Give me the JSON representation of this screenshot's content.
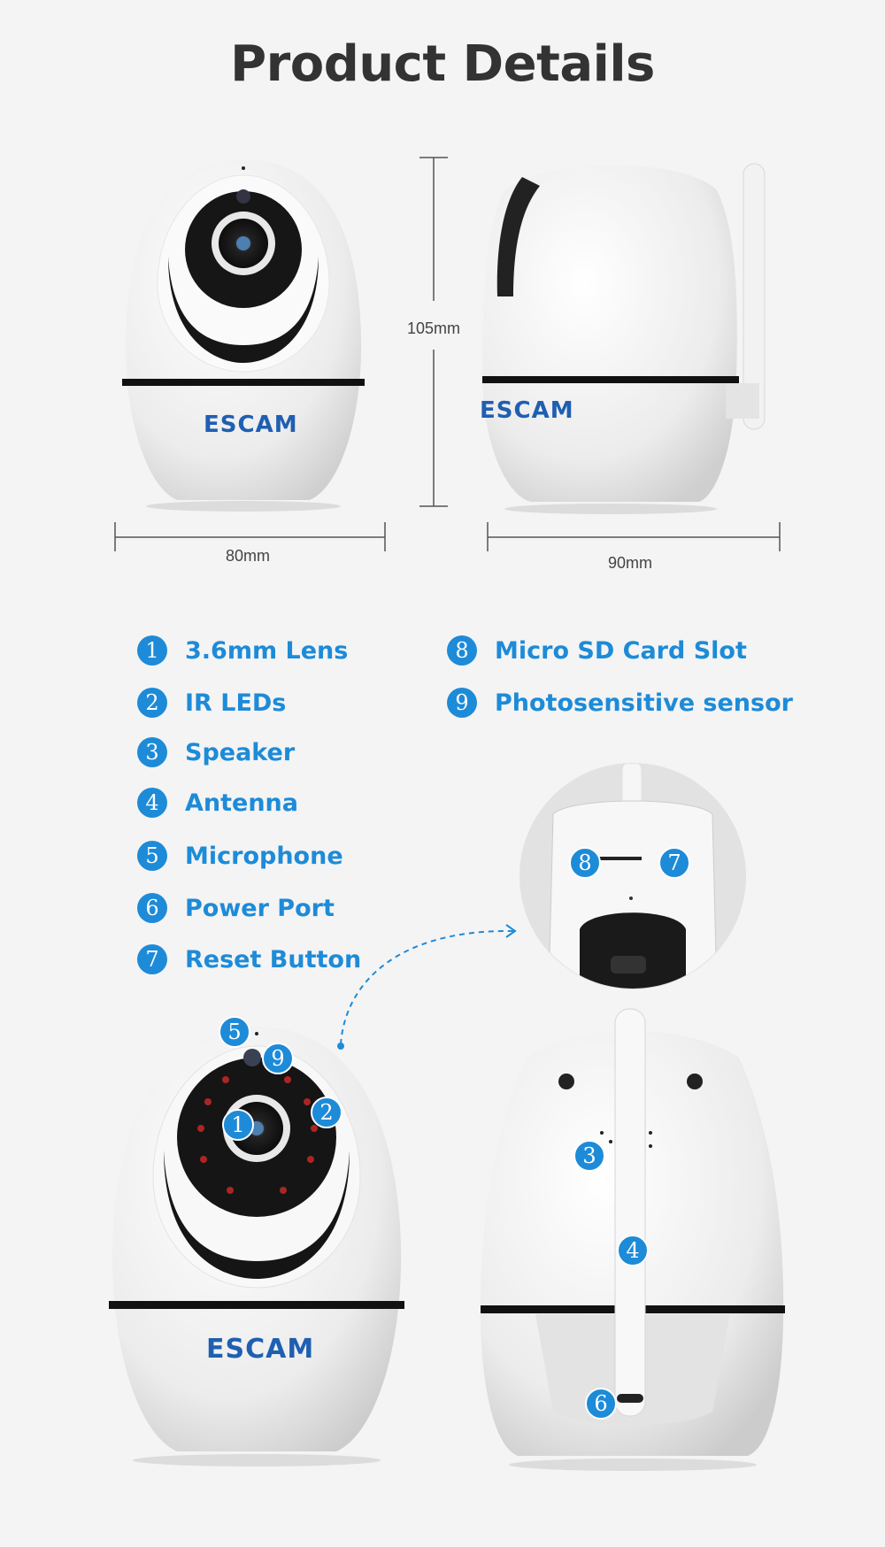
{
  "title": "Product Details",
  "brand": "ESCAM",
  "dimensions": {
    "height": "105mm",
    "width": "80mm",
    "depth": "90mm"
  },
  "features_left": [
    {
      "num": "1",
      "label": "3.6mm Lens"
    },
    {
      "num": "2",
      "label": "IR LEDs"
    },
    {
      "num": "3",
      "label": "Speaker"
    },
    {
      "num": "4",
      "label": "Antenna"
    },
    {
      "num": "5",
      "label": "Microphone"
    },
    {
      "num": "6",
      "label": "Power Port"
    },
    {
      "num": "7",
      "label": "Reset Button"
    }
  ],
  "features_right": [
    {
      "num": "8",
      "label": "Micro SD Card Slot"
    },
    {
      "num": "9",
      "label": "Photosensitive sensor"
    }
  ],
  "callouts": {
    "c1": "1",
    "c2": "2",
    "c3": "3",
    "c4": "4",
    "c5": "5",
    "c6": "6",
    "c7": "7",
    "c8": "8",
    "c9": "9"
  },
  "colors": {
    "accent": "#1d8bd8",
    "title": "#333333",
    "background": "#f4f4f4",
    "brand": "#1f5fb2"
  }
}
